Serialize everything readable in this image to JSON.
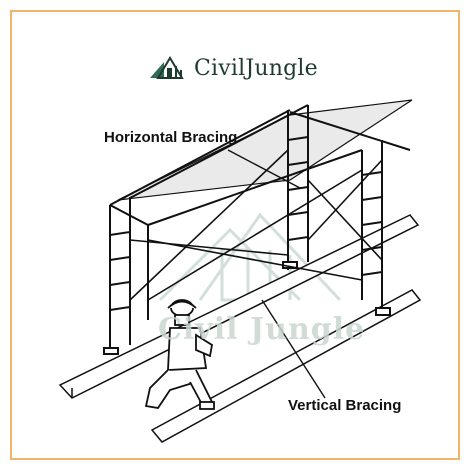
{
  "brand": {
    "name_part1": "Civil",
    "name_part2": "Jungle",
    "icon": "building-logo-icon",
    "color": "#1f3b2f"
  },
  "watermark": {
    "text": "Civil Jungle"
  },
  "labels": {
    "horizontal": "Horizontal Bracing",
    "vertical": "Vertical Bracing"
  },
  "colors": {
    "frame_border": "#f2b36b",
    "line": "#111111",
    "watermark": "#c9d6cf"
  }
}
